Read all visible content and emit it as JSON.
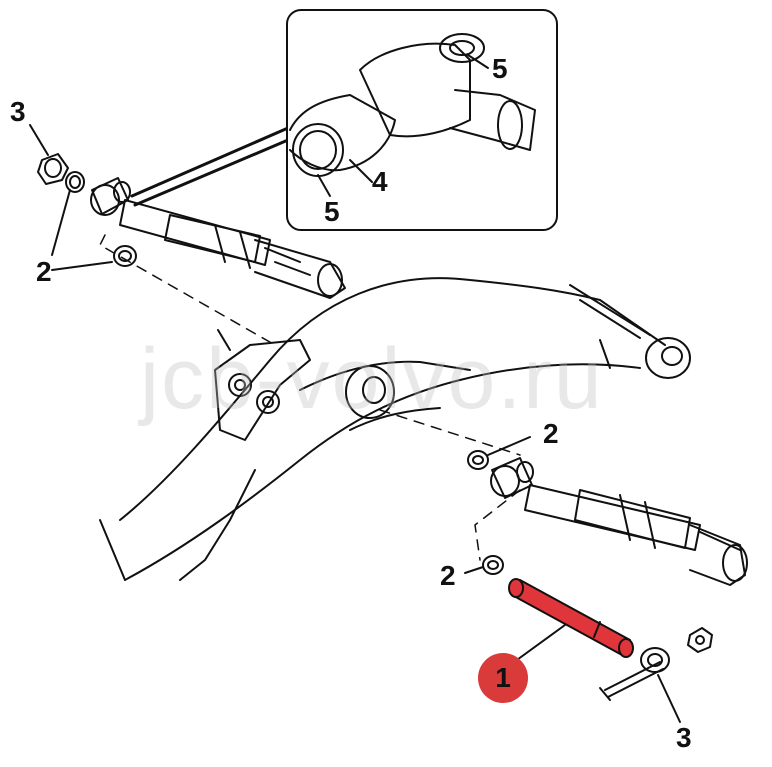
{
  "watermark": "jcb-volvo.ru",
  "callouts": {
    "c1": "1",
    "c2a": "2",
    "c2b": "2",
    "c2c": "2",
    "c3a": "3",
    "c3b": "3",
    "c4": "4",
    "c5a": "5",
    "c5b": "5"
  },
  "colors": {
    "line": "#111111",
    "highlight_pin": "#e0353a",
    "badge_fill": "#d93a3a",
    "badge_text": "#111111"
  }
}
